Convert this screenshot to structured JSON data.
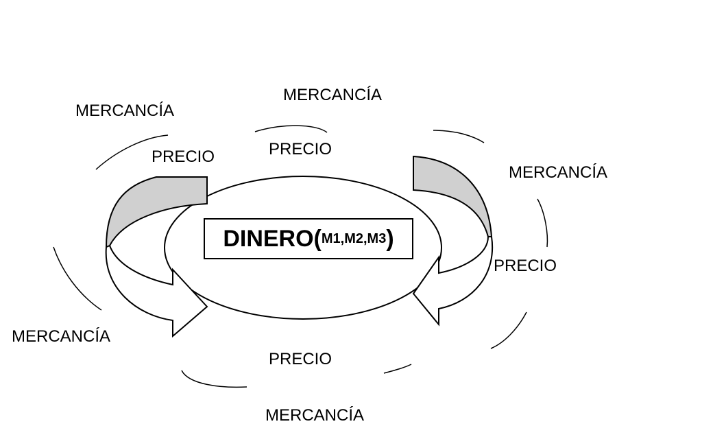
{
  "center": {
    "main": "DINERO(",
    "sub": "M1,M2,M3",
    "close": ")"
  },
  "labels": {
    "mercancia_top_left": "MERCANCÍA",
    "mercancia_top": "MERCANCÍA",
    "mercancia_right": "MERCANCÍA",
    "mercancia_left": "MERCANCÍA",
    "mercancia_bottom": "MERCANCÍA",
    "precio_top_left": "PRECIO",
    "precio_top": "PRECIO",
    "precio_right": "PRECIO",
    "precio_bottom": "PRECIO"
  },
  "colors": {
    "arrow_fill": "#d0d0d0",
    "stroke": "#000000"
  }
}
